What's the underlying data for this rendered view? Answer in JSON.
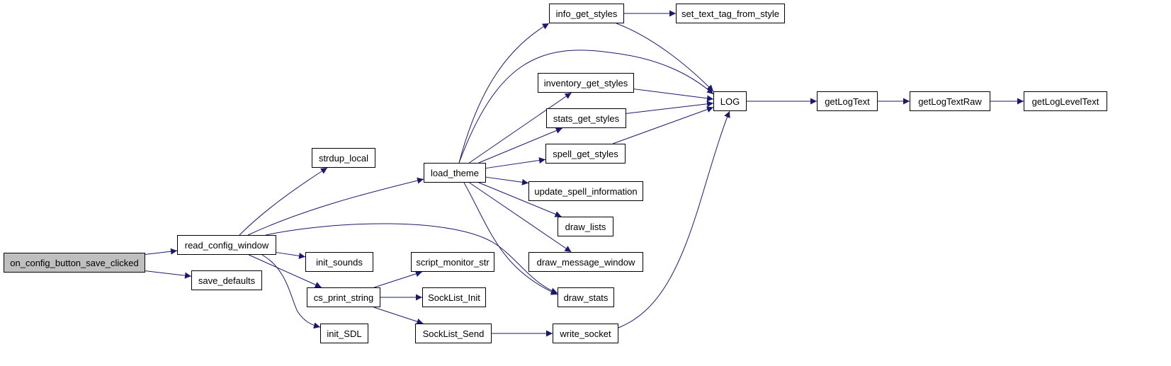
{
  "graph": {
    "nodes": [
      {
        "id": "on_config_button_save_clicked",
        "label": "on_config_button_save_clicked",
        "root": true
      },
      {
        "id": "read_config_window",
        "label": "read_config_window"
      },
      {
        "id": "save_defaults",
        "label": "save_defaults"
      },
      {
        "id": "strdup_local",
        "label": "strdup_local"
      },
      {
        "id": "load_theme",
        "label": "load_theme"
      },
      {
        "id": "init_sounds",
        "label": "init_sounds"
      },
      {
        "id": "cs_print_string",
        "label": "cs_print_string"
      },
      {
        "id": "init_SDL",
        "label": "init_SDL"
      },
      {
        "id": "draw_stats",
        "label": "draw_stats"
      },
      {
        "id": "info_get_styles",
        "label": "info_get_styles"
      },
      {
        "id": "set_text_tag_from_style",
        "label": "set_text_tag_from_style"
      },
      {
        "id": "LOG",
        "label": "LOG"
      },
      {
        "id": "inventory_get_styles",
        "label": "inventory_get_styles"
      },
      {
        "id": "stats_get_styles",
        "label": "stats_get_styles"
      },
      {
        "id": "spell_get_styles",
        "label": "spell_get_styles"
      },
      {
        "id": "update_spell_information",
        "label": "update_spell_information"
      },
      {
        "id": "draw_lists",
        "label": "draw_lists"
      },
      {
        "id": "draw_message_window",
        "label": "draw_message_window"
      },
      {
        "id": "script_monitor_str",
        "label": "script_monitor_str"
      },
      {
        "id": "SockList_Init",
        "label": "SockList_Init"
      },
      {
        "id": "SockList_Send",
        "label": "SockList_Send"
      },
      {
        "id": "write_socket",
        "label": "write_socket"
      },
      {
        "id": "getLogText",
        "label": "getLogText"
      },
      {
        "id": "getLogTextRaw",
        "label": "getLogTextRaw"
      },
      {
        "id": "getLogLevelText",
        "label": "getLogLevelText"
      }
    ],
    "edges": [
      [
        "on_config_button_save_clicked",
        "read_config_window"
      ],
      [
        "on_config_button_save_clicked",
        "save_defaults"
      ],
      [
        "read_config_window",
        "strdup_local"
      ],
      [
        "read_config_window",
        "load_theme"
      ],
      [
        "read_config_window",
        "draw_stats"
      ],
      [
        "read_config_window",
        "init_sounds"
      ],
      [
        "read_config_window",
        "cs_print_string"
      ],
      [
        "read_config_window",
        "init_SDL"
      ],
      [
        "load_theme",
        "info_get_styles"
      ],
      [
        "load_theme",
        "LOG"
      ],
      [
        "load_theme",
        "inventory_get_styles"
      ],
      [
        "load_theme",
        "stats_get_styles"
      ],
      [
        "load_theme",
        "spell_get_styles"
      ],
      [
        "load_theme",
        "update_spell_information"
      ],
      [
        "load_theme",
        "draw_lists"
      ],
      [
        "load_theme",
        "draw_message_window"
      ],
      [
        "load_theme",
        "draw_stats"
      ],
      [
        "info_get_styles",
        "set_text_tag_from_style"
      ],
      [
        "info_get_styles",
        "LOG"
      ],
      [
        "inventory_get_styles",
        "LOG"
      ],
      [
        "stats_get_styles",
        "LOG"
      ],
      [
        "spell_get_styles",
        "LOG"
      ],
      [
        "cs_print_string",
        "script_monitor_str"
      ],
      [
        "cs_print_string",
        "SockList_Init"
      ],
      [
        "cs_print_string",
        "SockList_Send"
      ],
      [
        "SockList_Send",
        "write_socket"
      ],
      [
        "write_socket",
        "LOG"
      ],
      [
        "LOG",
        "getLogText"
      ],
      [
        "getLogText",
        "getLogTextRaw"
      ],
      [
        "getLogTextRaw",
        "getLogLevelText"
      ]
    ],
    "colors": {
      "edge": "#191970",
      "root_fill": "#bfbfbf",
      "node_fill": "#ffffff",
      "border": "#000000"
    }
  }
}
